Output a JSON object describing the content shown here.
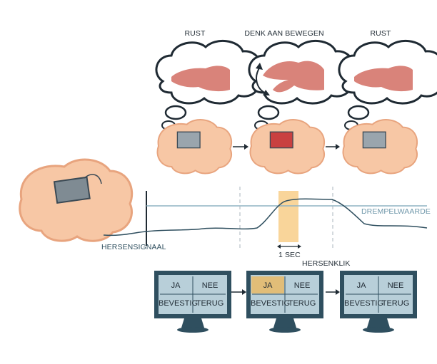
{
  "phases": [
    {
      "label": "RUST"
    },
    {
      "label": "DENK AAN BEWEGEN"
    },
    {
      "label": "RUST"
    }
  ],
  "signal": {
    "label": "HERSENSIGNAAL",
    "threshold_label": "DREMPELWAARDE",
    "duration_label": "1 SEC",
    "click_label": "HERSENKLIK"
  },
  "monitors": [
    {
      "cells": [
        "JA",
        "NEE",
        "BEVESTIG",
        "TERUG"
      ],
      "highlight": null
    },
    {
      "cells": [
        "JA",
        "NEE",
        "BEVESTIG",
        "TERUG"
      ],
      "highlight": "JA"
    },
    {
      "cells": [
        "JA",
        "NEE",
        "BEVESTIG",
        "TERUG"
      ],
      "highlight": null
    }
  ],
  "colors": {
    "brain": "#f7c7a5",
    "brain_outline": "#e8a47e",
    "hand": "#d9837a",
    "signal_line": "#2f4f5f",
    "threshold_line": "#8fb3c4",
    "highlight_bar": "#f9d59a",
    "monitor_frame": "#2f4f5f",
    "monitor_screen": "#b8cfd9",
    "monitor_highlight": "#e1bd78"
  }
}
